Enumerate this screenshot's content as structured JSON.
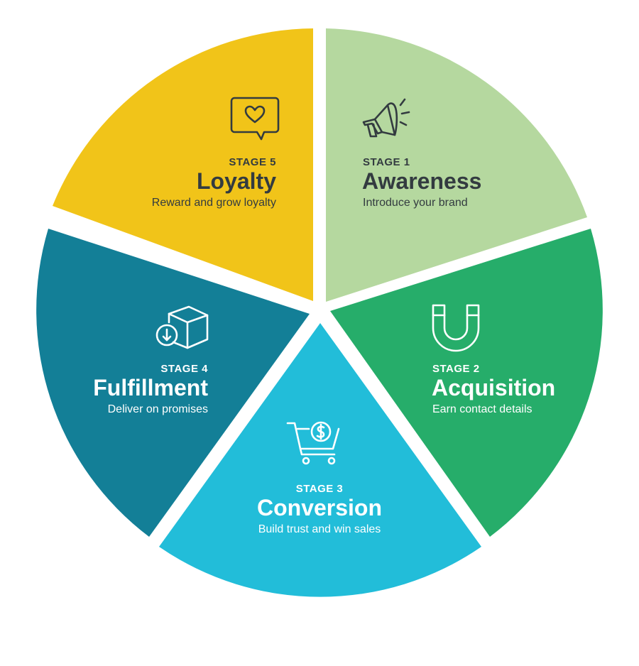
{
  "colors": {
    "background": "#ffffff",
    "awareness": "#b5d89f",
    "acquisition": "#26ad6a",
    "conversion": "#22bdd9",
    "fulfillment": "#137f97",
    "loyalty": "#f1c419",
    "dark_text": "#333b40",
    "light_text": "#ffffff"
  },
  "stages": [
    {
      "key": "awareness",
      "stage": "STAGE 1",
      "name": "Awareness",
      "desc": "Introduce your brand",
      "icon": "megaphone-icon"
    },
    {
      "key": "acquisition",
      "stage": "STAGE 2",
      "name": "Acquisition",
      "desc": "Earn contact details",
      "icon": "magnet-icon"
    },
    {
      "key": "conversion",
      "stage": "STAGE 3",
      "name": "Conversion",
      "desc": "Build trust and win sales",
      "icon": "shopping-cart-dollar-icon"
    },
    {
      "key": "fulfillment",
      "stage": "STAGE 4",
      "name": "Fulfillment",
      "desc": "Deliver on promises",
      "icon": "package-delivery-icon"
    },
    {
      "key": "loyalty",
      "stage": "STAGE 5",
      "name": "Loyalty",
      "desc": "Reward and grow loyalty",
      "icon": "heart-chat-icon"
    }
  ]
}
